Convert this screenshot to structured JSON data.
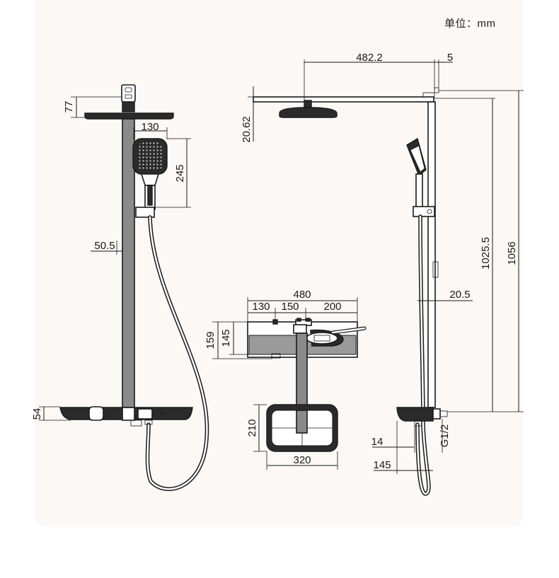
{
  "unit_label": "单位：mm",
  "front_view": {
    "dims": {
      "head_height": "77",
      "hand_width": "130",
      "hand_height": "245",
      "bar_offset": "50.5",
      "shelf_height": "54"
    }
  },
  "top_view": {
    "dims": {
      "total_width": "480",
      "seg_a": "130",
      "seg_b": "150",
      "seg_c": "200",
      "depth_outer": "159",
      "depth_inner": "145",
      "pad_height": "210",
      "pad_width": "320"
    }
  },
  "side_view": {
    "dims": {
      "arm_length": "482.2",
      "arm_extra": "5",
      "head_thickness": "20.62",
      "height_inner": "1025.5",
      "height_total": "1056",
      "bar_diameter": "20.5",
      "outlet_offset": "14",
      "shelf_depth": "145",
      "thread": "G1/2"
    }
  },
  "colors": {
    "line": "#1a1a1a",
    "metal": "#8a8a8a",
    "dark": "#2b2b2b",
    "panel": "#fbf8f5"
  }
}
